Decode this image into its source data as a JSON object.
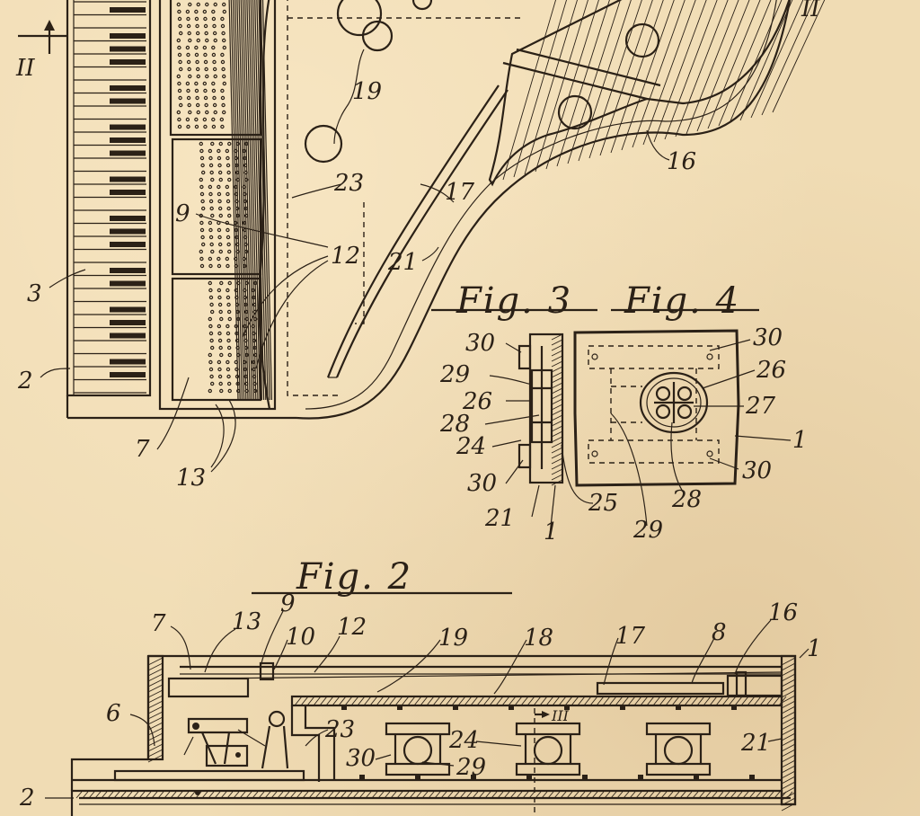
{
  "figure_titles": {
    "fig2": "Fig. 2",
    "fig3": "Fig. 3",
    "fig4": "Fig. 4"
  },
  "section_marks": {
    "left_II": "II",
    "right_II": "II",
    "III": "III"
  },
  "fig1_labels": {
    "l19": "19",
    "l17": "17",
    "l16": "16",
    "l23": "23",
    "l9": "9",
    "l12": "12",
    "l21": "21",
    "l3": "3",
    "l2": "2",
    "l7": "7",
    "l13": "13"
  },
  "fig3_labels": {
    "l30a": "30",
    "l29": "29",
    "l26": "26",
    "l28": "28",
    "l24": "24",
    "l30b": "30",
    "l21": "21",
    "l1": "1",
    "l25": "25"
  },
  "fig4_labels": {
    "l30a": "30",
    "l26": "26",
    "l27": "27",
    "l1": "1",
    "l30b": "30",
    "l28": "28",
    "l29": "29"
  },
  "fig2_labels": {
    "l7": "7",
    "l13": "13",
    "l9": "9",
    "l10": "10",
    "l12": "12",
    "l19": "19",
    "l18": "18",
    "l17": "17",
    "l8": "8",
    "l16": "16",
    "l1": "1",
    "l6": "6",
    "l23": "23",
    "l30": "30",
    "l24": "24",
    "l29": "29",
    "l21": "21",
    "l2": "2"
  },
  "colors": {
    "paper": "#f0dcb4",
    "ink": "#2b2117"
  }
}
